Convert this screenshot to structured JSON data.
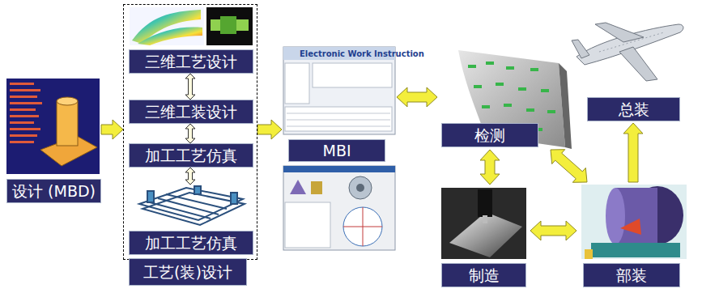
{
  "diagram": {
    "nodes": [
      {
        "text": [
          "设计 (MBD)"
        ]
      },
      {
        "text": [
          "工艺(装)设计"
        ]
      },
      {
        "text": [
          "三维工艺设计"
        ],
        "in": 1
      },
      {
        "text": [
          "三维工装设计"
        ],
        "in": 1
      },
      {
        "text": [
          "加工工艺仿真"
        ],
        "in": 1
      },
      {
        "text": [
          "加工工艺仿真"
        ],
        "in": 1
      },
      {
        "text": [
          "MBI"
        ]
      },
      {
        "text": [
          "检测"
        ]
      },
      {
        "text": [
          "制造"
        ]
      },
      {
        "text": [
          "部装"
        ]
      },
      {
        "text": [
          "总装"
        ]
      }
    ],
    "edges": [
      {
        "from": 0,
        "to": 1,
        "arrow": "to"
      },
      {
        "from": 2,
        "to": 3,
        "arrow": "both"
      },
      {
        "from": 3,
        "to": 4,
        "arrow": "both"
      },
      {
        "from": 4,
        "to": 5,
        "arrow": "both"
      },
      {
        "from": 1,
        "to": 6,
        "arrow": "to"
      },
      {
        "from": 6,
        "to": 7,
        "arrow": "both"
      },
      {
        "from": 7,
        "to": 8,
        "arrow": "both"
      },
      {
        "from": 7,
        "to": 9,
        "arrow": "both"
      },
      {
        "from": 8,
        "to": 9,
        "arrow": "both"
      },
      {
        "from": 9,
        "to": 10,
        "arrow": "to"
      }
    ],
    "labels": [
      "Electronic Work Instruction"
    ]
  }
}
